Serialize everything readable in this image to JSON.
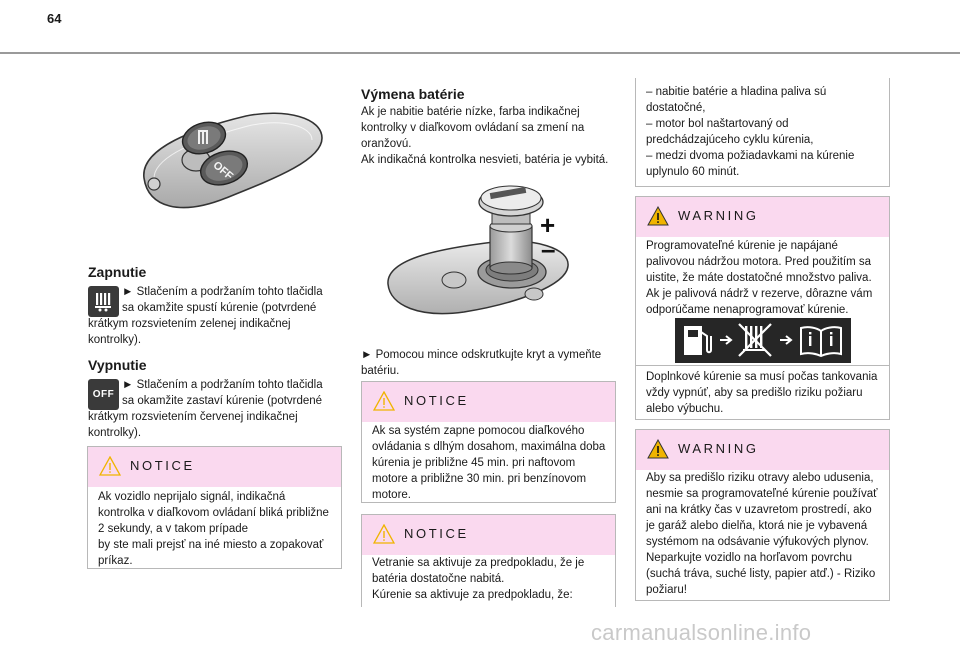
{
  "page_number": "64",
  "col1": {
    "zapnutie_title": "Zapnutie",
    "zapnutie_text": "► Stlačením a podržaním tohto tlačidla sa okamžite spustí kúrenie (potvrdené krátkym rozsvietením zelenej indikačnej kontrolky).",
    "zap_line1": "► Stlačením a podržaním tohto tlačidla",
    "zap_line2": "sa okamžite spustí kúrenie (potvrdené",
    "zap_line3": "krátkym rozsvietením zelenej indikačnej",
    "zap_line4": "kontrolky).",
    "vypnutie_title": "Vypnutie",
    "vyp_line1": "► Stlačením a podržaním tohto tlačidla",
    "vyp_line2": "sa okamžite zastaví kúrenie (potvrdené",
    "vyp_line3": "krátkym rozsvietením červenej indikačnej",
    "vyp_line4": "kontrolky).",
    "off_icon_label": "OFF",
    "remote_off_label": "OFF",
    "notice_label": "NOTICE",
    "notice_lines": [
      "Ak vozidlo neprijalo signál, indikačná",
      "kontrolka v diaľkovom ovládaní bliká približne",
      "2 sekundy, a v takom prípade",
      "by ste mali prejsť na iné miesto a zopakovať",
      "príkaz."
    ]
  },
  "col2": {
    "title": "Výmena batérie",
    "intro_lines": [
      "Ak je nabitie batérie nízke, farba indikačnej",
      "kontrolky v diaľkovom ovládaní sa zmení na",
      "oranžovú.",
      "Ak indikačná kontrolka nesvieti, batéria je vybitá."
    ],
    "plus_sign": "+",
    "minus_sign": "–",
    "step_lines": [
      "► Pomocou mince odskrutkujte kryt a vymeňte",
      "batériu."
    ],
    "notice1_label": "NOTICE",
    "notice1_lines": [
      "Ak sa systém zapne pomocou diaľkového",
      "ovládania s dlhým dosahom, maximálna doba",
      "kúrenia je približne 45 min. pri naftovom",
      "motore a približne 30 min. pri benzínovom",
      "motore."
    ],
    "notice2_label": "NOTICE",
    "notice2_lines": [
      "Vetranie sa aktivuje za predpokladu, že je",
      "batéria dostatočne nabitá.",
      "Kúrenie sa aktivuje za predpokladu, že:"
    ]
  },
  "col3": {
    "cont_lines": [
      "– nabitie batérie a hladina paliva sú",
      "dostatočné,",
      "– motor bol naštartovaný od",
      "predchádzajúceho cyklu kúrenia,",
      "– medzi dvoma požiadavkami na kúrenie",
      "uplynulo 60 minút."
    ],
    "warning1_label": "WARNING",
    "warning1_lines": [
      "Programovateľné kúrenie je napájané",
      "palivovou nádržou motora. Pred použitím sa",
      "uistite, že máte dostatočné množstvo paliva.",
      "Ak je palivová nádrž v rezerve, dôrazne vám",
      "odporúčame nenaprogramovať kúrenie."
    ],
    "warning1_after_lines": [
      "Doplnkové kúrenie sa musí počas tankovania",
      "vždy vypnúť, aby sa predišlo riziku požiaru",
      "alebo výbuchu."
    ],
    "warning2_label": "WARNING",
    "warning2_lines": [
      "Aby sa predišlo riziku otravy alebo udusenia,",
      "nesmie sa programovateľné kúrenie používať",
      "ani na krátky čas v uzavretom prostredí, ako",
      "je garáž alebo dielňa, ktorá nie je vybavená",
      "systémom na odsávanie výfukových plynov.",
      "Neparkujte vozidlo na horľavom povrchu",
      "(suchá tráva, suché listy, papier atď.) - Riziko",
      "požiaru!"
    ]
  },
  "watermark": "carmanualsonline.info",
  "colors": {
    "notice_bg": "#fad9ef",
    "warn_triangle": "#f0b400",
    "rule": "#9a9a9a"
  }
}
